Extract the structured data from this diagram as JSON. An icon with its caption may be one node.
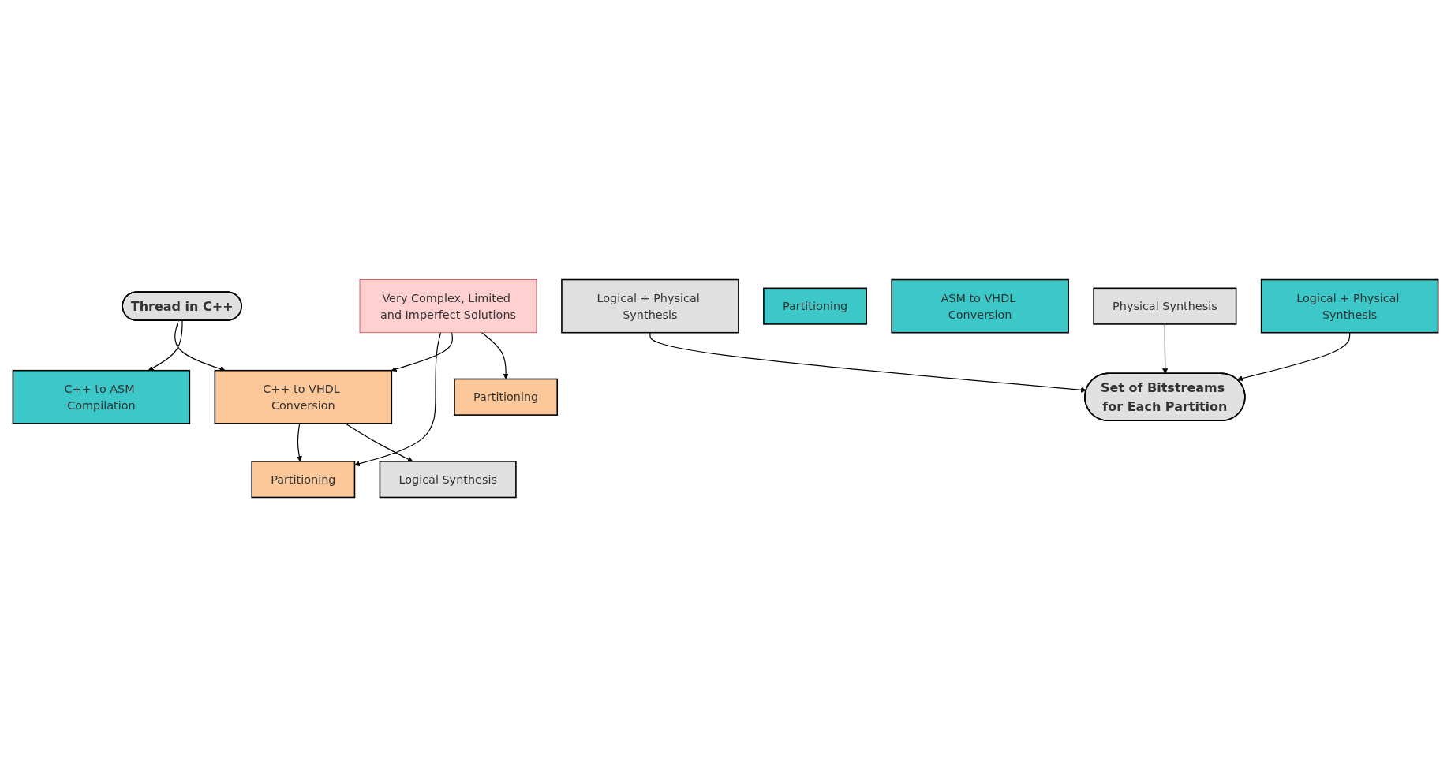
{
  "diagram": {
    "nodes": [
      {
        "text": [
          "Thread in C++"
        ]
      },
      {
        "text": [
          "C++ to VHDL Conversion"
        ]
      },
      {
        "text": [
          "Partitioning"
        ]
      },
      {
        "text": [
          "Logical + Physical Synthesis"
        ]
      },
      {
        "text": [
          "Logical Synthesis"
        ]
      },
      {
        "text": [
          "Partitioning"
        ]
      },
      {
        "text": [
          "Physical Synthesis"
        ]
      },
      {
        "text": [
          "C++ to ASM Compilation"
        ]
      },
      {
        "text": [
          "Partitioning"
        ]
      },
      {
        "text": [
          "ASM to VHDL Conversion"
        ]
      },
      {
        "text": [
          "Logical + Physical Synthesis"
        ]
      },
      {
        "text": [
          "Very Complex, Limited and Imperfect Solutions"
        ]
      },
      {
        "text": [
          "Set of Bitstreams for Each Partition"
        ]
      }
    ],
    "edges": [
      {
        "from": 0,
        "to": 1,
        "arrow": "to"
      },
      {
        "from": 0,
        "to": 7,
        "arrow": "to"
      },
      {
        "from": 1,
        "to": 2,
        "arrow": "to"
      },
      {
        "from": 1,
        "to": 4,
        "arrow": "to"
      },
      {
        "from": 3,
        "to": 12,
        "arrow": "to"
      },
      {
        "from": 6,
        "to": 12,
        "arrow": "to"
      },
      {
        "from": 10,
        "to": 12,
        "arrow": "to"
      },
      {
        "from": 11,
        "to": 2,
        "arrow": "to"
      },
      {
        "from": 11,
        "to": 1,
        "arrow": "to"
      },
      {
        "from": 11,
        "to": 5,
        "arrow": "to"
      }
    ]
  }
}
